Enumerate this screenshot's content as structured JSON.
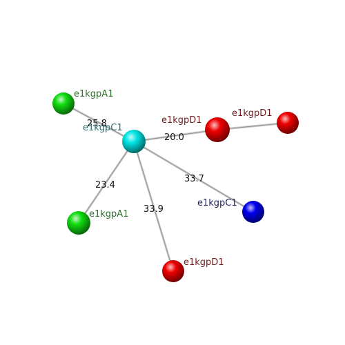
{
  "nodes": [
    {
      "id": "center",
      "label": "e1kgpC1",
      "color": "#00e5e5",
      "label_color": "#2e6f70"
    },
    {
      "id": "a1_top",
      "label": "e1kgpA1",
      "color": "#11dd11",
      "label_color": "#2e6e2e"
    },
    {
      "id": "d1_mid",
      "label": "e1kgpD1",
      "color": "#ee0000",
      "label_color": "#6b1e1e"
    },
    {
      "id": "d1_right",
      "label": "e1kgpD1",
      "color": "#ee0000",
      "label_color": "#6b1e1e"
    },
    {
      "id": "c1_blue",
      "label": "e1kgpC1",
      "color": "#0000ee",
      "label_color": "#1e1e5a"
    },
    {
      "id": "a1_bottom",
      "label": "e1kgpA1",
      "color": "#11dd11",
      "label_color": "#2e6e2e"
    },
    {
      "id": "d1_bottom",
      "label": "e1kgpD1",
      "color": "#ee0000",
      "label_color": "#6b1e1e"
    }
  ],
  "edges": [
    {
      "from": "center",
      "to": "a1_top",
      "label": "25.8"
    },
    {
      "from": "center",
      "to": "d1_mid",
      "label": "20.0"
    },
    {
      "from": "d1_mid",
      "to": "d1_right",
      "label": ""
    },
    {
      "from": "center",
      "to": "c1_blue",
      "label": "33.7"
    },
    {
      "from": "center",
      "to": "a1_bottom",
      "label": "23.4"
    },
    {
      "from": "center",
      "to": "d1_bottom",
      "label": "33.9"
    }
  ]
}
